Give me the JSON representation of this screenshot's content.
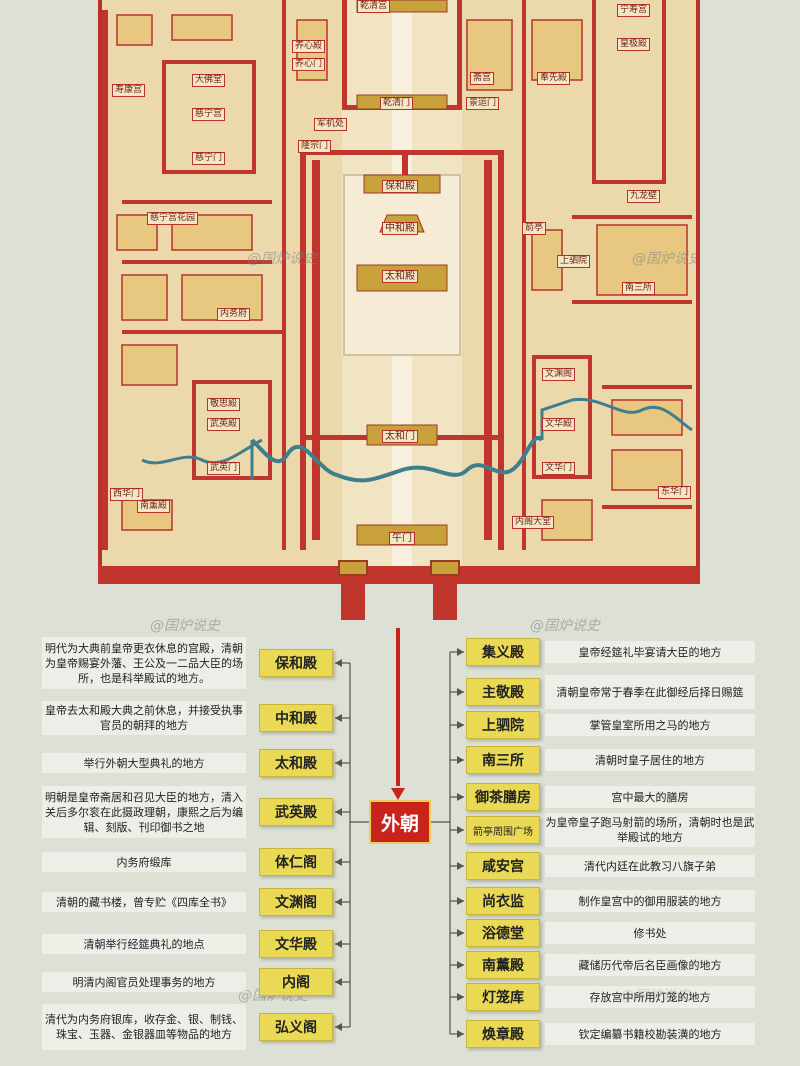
{
  "watermark": "@国炉说史",
  "center_label": "外朝",
  "map": {
    "labels": {
      "qianqingmen_top": "乾清宫",
      "qianqingmen": "乾清门",
      "yangxindian": "养心殿",
      "yangxinmen": "养心门",
      "dafotang": "大佛堂",
      "shoukanggong": "寿康宫",
      "cininggong": "慈宁宫",
      "ciningmen": "慈宁门",
      "ciningyuan": "慈宁宫花园",
      "longzongmen": "隆宗门",
      "junjichu": "军机处",
      "baohedian": "保和殿",
      "zhonghedian": "中和殿",
      "taihedian": "太和殿",
      "taihemen": "太和门",
      "wumen": "午门",
      "wuyingdian": "武英殿",
      "jingsidian": "敬思殿",
      "wuyingmen": "武英门",
      "xihuamen": "西华门",
      "nanxundian": "南薰殿",
      "neiwufu": "内务府",
      "ningshougong": "宁寿宫",
      "huangjidian": "皇极殿",
      "fengxiandian": "奉先殿",
      "zhaigong": "斋宫",
      "jiulongbi": "九龙壁",
      "nansansuo": "南三所",
      "jianting": "箭亭",
      "wenyuange": "文渊阁",
      "wenhuadian": "文华殿",
      "wenhuamen": "文华门",
      "donghuamen": "东华门",
      "neigedatang": "内阁大堂",
      "jingyunmen": "景运门",
      "shangsiyuan": "上驷院"
    }
  },
  "left_items": [
    {
      "name": "保和殿",
      "desc": "明代为大典前皇帝更衣休息的宫殿，清朝为皇帝赐宴外藩、王公及一二品大臣的场所，也是科举殿试的地方。"
    },
    {
      "name": "中和殿",
      "desc": "皇帝去太和殿大典之前休息，并接受执事官员的朝拜的地方"
    },
    {
      "name": "太和殿",
      "desc": "举行外朝大型典礼的地方"
    },
    {
      "name": "武英殿",
      "desc": "明朝是皇帝斋居和召见大臣的地方，清入关后多尔衮在此摄政理朝，康熙之后为编辑、刻版、刊印御书之地"
    },
    {
      "name": "体仁阁",
      "desc": "内务府缎库"
    },
    {
      "name": "文渊阁",
      "desc": "清朝的藏书楼，曾专贮《四库全书》"
    },
    {
      "name": "文华殿",
      "desc": "清朝举行经筵典礼的地点"
    },
    {
      "name": "内阁",
      "desc": "明清内阁官员处理事务的地方"
    },
    {
      "name": "弘义阁",
      "desc": "清代为内务府银库，收存金、银、制钱、珠宝、玉器、金银器皿等物品的地方"
    }
  ],
  "right_items": [
    {
      "name": "集义殿",
      "desc": "皇帝经筵礼毕宴请大臣的地方"
    },
    {
      "name": "主敬殿",
      "desc": "清朝皇帝常于春季在此御经后择日赐筵"
    },
    {
      "name": "上驷院",
      "desc": "掌管皇室所用之马的地方"
    },
    {
      "name": "南三所",
      "desc": "清朝时皇子居住的地方"
    },
    {
      "name": "御茶膳房",
      "desc": "宫中最大的膳房"
    },
    {
      "name": "箭亭周围广场",
      "desc": "为皇帝皇子跑马射箭的场所，清朝时也是武举殿试的地方"
    },
    {
      "name": "咸安宫",
      "desc": "清代内廷在此教习八旗子弟"
    },
    {
      "name": "尚衣监",
      "desc": "制作皇宫中的御用服装的地方"
    },
    {
      "name": "浴德堂",
      "desc": "修书处"
    },
    {
      "name": "南薰殿",
      "desc": "藏储历代帝后名臣画像的地方"
    },
    {
      "name": "灯笼库",
      "desc": "存放宫中所用灯笼的地方"
    },
    {
      "name": "焕章殿",
      "desc": "钦定编纂书籍校勘装潢的地方"
    }
  ]
}
